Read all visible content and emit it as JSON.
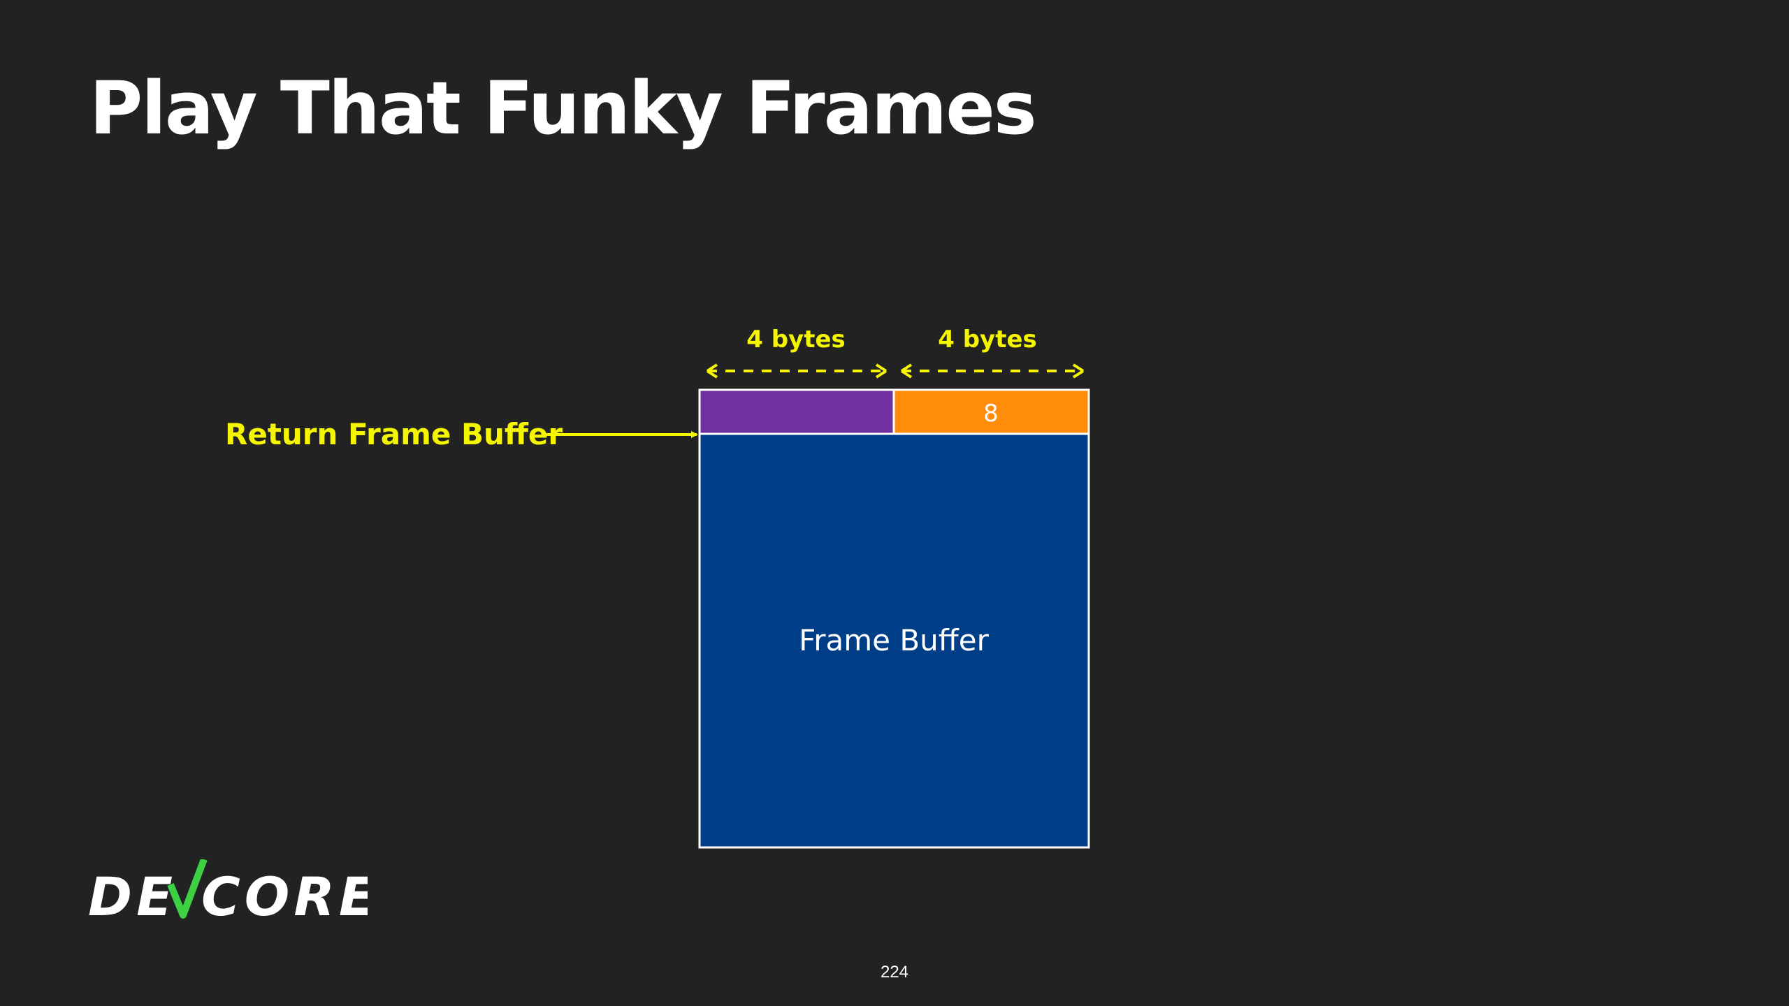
{
  "slide": {
    "title": "Play That Funky Frames",
    "page_number": "224"
  },
  "diagram": {
    "return_pointer_label": "Return Frame Buffer",
    "header_fields": [
      {
        "size_label": "4 bytes",
        "value": "",
        "color": "#7030a0"
      },
      {
        "size_label": "4 bytes",
        "value": "8",
        "color": "#ff8c0a"
      }
    ],
    "body_label": "Frame Buffer",
    "body_color": "#003f87",
    "annotation_color": "#f5f500"
  },
  "logo": {
    "text_left": "DE",
    "text_right": "CORE",
    "check_color": "#3cd042",
    "icon": "devcore-logo-check"
  }
}
